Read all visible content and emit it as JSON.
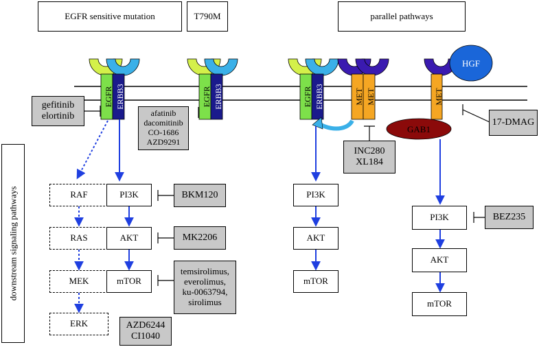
{
  "headers": {
    "egfr_sensitive": "EGFR sensitive mutation",
    "t790m": "T790M",
    "parallel": "parallel pathways"
  },
  "side_label": "downstream signaling pathways",
  "receptors": {
    "egfr": "EGFR",
    "erbb3": "ERBB3",
    "met": "MET",
    "hgf": "HGF",
    "gab1": "GAB1"
  },
  "nodes": {
    "raf": "RAF",
    "ras": "RAS",
    "mek": "MEK",
    "erk": "ERK",
    "pi3k": "PI3K",
    "akt": "AKT",
    "mtor": "mTOR"
  },
  "inhibitors": {
    "gefitinib": [
      "gefitinib",
      "elortinib"
    ],
    "afatinib": [
      "afatinib",
      "dacomitinib",
      "CO-1686",
      "AZD9291"
    ],
    "inc280": [
      "INC280",
      "XL184"
    ],
    "dmag": [
      "17-DMAG"
    ],
    "bkm120": [
      "BKM120"
    ],
    "mk2206": [
      "MK2206"
    ],
    "temsirolimus": [
      "temsirolimus,",
      "everolimus,",
      "ku-0063794,",
      "sirolimus"
    ],
    "azd6244": [
      "AZD6244",
      "CI1040"
    ],
    "bez235": [
      "BEZ235"
    ]
  },
  "colors": {
    "arrow_blue": "#1f3fe0",
    "egfr_green": "#7de04a",
    "erbb3_navy": "#1a1a8c",
    "met_orange": "#f5a623",
    "met_violet": "#3a1ab0",
    "cup_lime": "#d4f04a",
    "cup_sky": "#3ab0e8",
    "hgf_blue": "#1a66d9",
    "gab1_red": "#8b0a0a",
    "inhibitor_gray": "#c8c8c8"
  }
}
